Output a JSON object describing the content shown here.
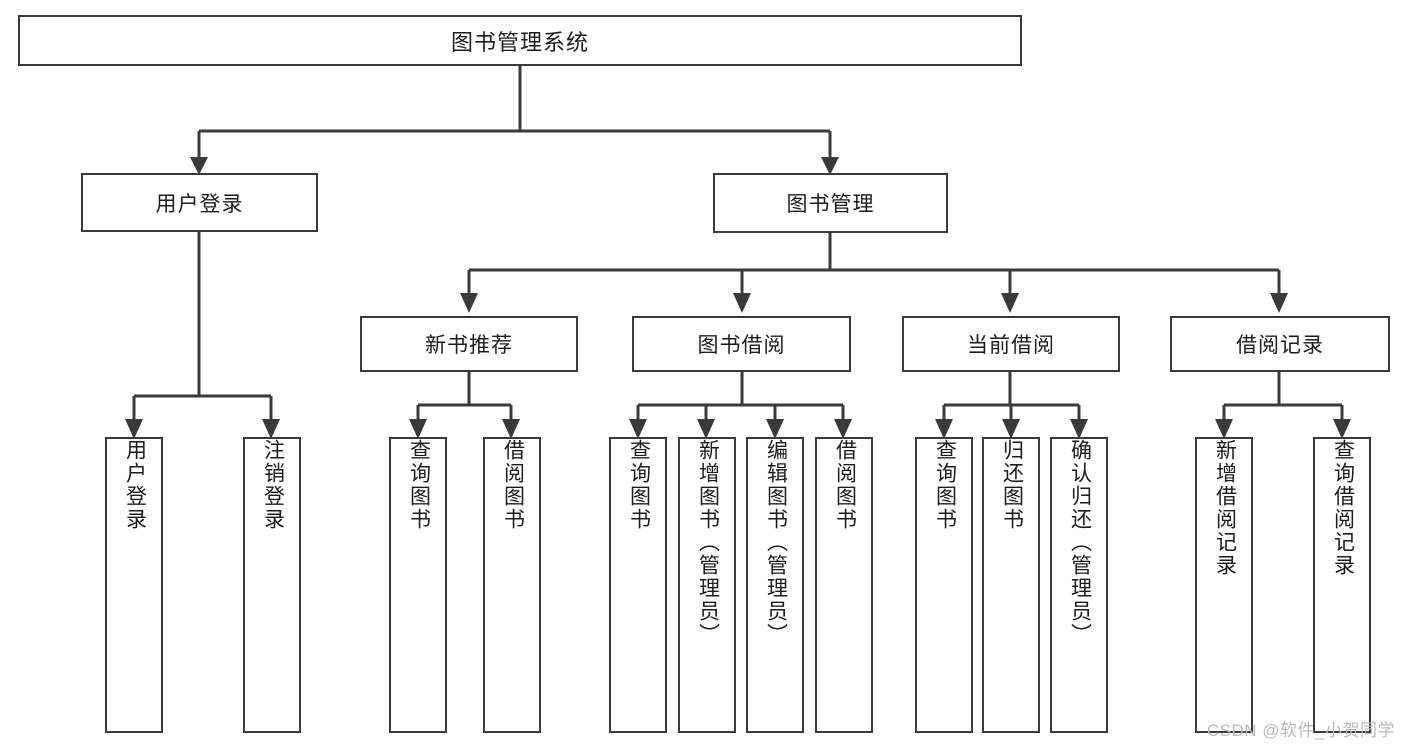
{
  "diagram": {
    "title": "图书管理系统",
    "type": "tree-hierarchy-chart",
    "root": {
      "label": "图书管理系统"
    },
    "level2": [
      {
        "id": "user-login",
        "label": "用户登录"
      },
      {
        "id": "book-manage",
        "label": "图书管理"
      }
    ],
    "level3": [
      {
        "id": "new-book-recommend",
        "label": "新书推荐"
      },
      {
        "id": "book-borrow",
        "label": "图书借阅"
      },
      {
        "id": "current-borrow",
        "label": "当前借阅"
      },
      {
        "id": "borrow-record",
        "label": "借阅记录"
      }
    ],
    "leaves": {
      "user_login": [
        {
          "id": "leaf-user-login",
          "label": "用户登录"
        },
        {
          "id": "leaf-logout-login",
          "label": "注销登录"
        }
      ],
      "new_book_recommend": [
        {
          "id": "leaf-query-book-1",
          "label": "查询图书"
        },
        {
          "id": "leaf-borrow-book-1",
          "label": "借阅图书"
        }
      ],
      "book_borrow": [
        {
          "id": "leaf-query-book-2",
          "label": "查询图书"
        },
        {
          "id": "leaf-add-book",
          "label": "新增图书（管理员）"
        },
        {
          "id": "leaf-edit-book",
          "label": "编辑图书（管理员）"
        },
        {
          "id": "leaf-borrow-book-2",
          "label": "借阅图书"
        }
      ],
      "current_borrow": [
        {
          "id": "leaf-query-book-3",
          "label": "查询图书"
        },
        {
          "id": "leaf-return-book",
          "label": "归还图书"
        },
        {
          "id": "leaf-confirm-return",
          "label": "确认归还（管理员）"
        }
      ],
      "borrow_record": [
        {
          "id": "leaf-add-borrow-record",
          "label": "新增借阅记录"
        },
        {
          "id": "leaf-query-borrow-record",
          "label": "查询借阅记录"
        }
      ]
    }
  },
  "watermark": {
    "text": "CSDN @软件_小贺同学"
  },
  "colors": {
    "border": "#3a3a3a",
    "background": "#ffffff",
    "text": "#1c1c1c",
    "watermark": "#b9b9b9"
  }
}
